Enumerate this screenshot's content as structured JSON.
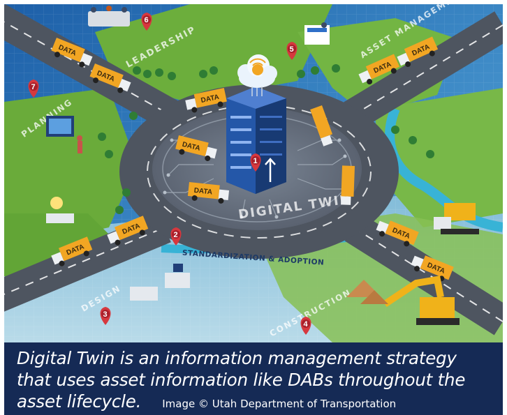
{
  "diagram": {
    "hub_label": "DIGITAL TWIN",
    "ring_label": "STANDARDIZATION & ADOPTION",
    "truck_label": "DATA",
    "zones": {
      "leadership": "LEADERSHIP",
      "asset_management": "ASSET MANAGEMENT",
      "planning": "PLANNING",
      "design": "DESIGN",
      "construction": "CONSTRUCTION"
    },
    "pins": [
      "1",
      "2",
      "3",
      "4",
      "5",
      "6",
      "7"
    ]
  },
  "caption": {
    "text": "Digital Twin is an information management strategy that uses asset information like DABs throughout the asset lifecycle.",
    "credit": "Image © Utah Department of Transportation"
  },
  "colors": {
    "background_blue": "#2a6cae",
    "grass_green": "#6cae3c",
    "road_gray": "#4e5560",
    "server_blue": "#1f4e9c",
    "truck_yellow": "#f2a623",
    "pin_red": "#d6383e",
    "caption_bg": "#152a55"
  }
}
